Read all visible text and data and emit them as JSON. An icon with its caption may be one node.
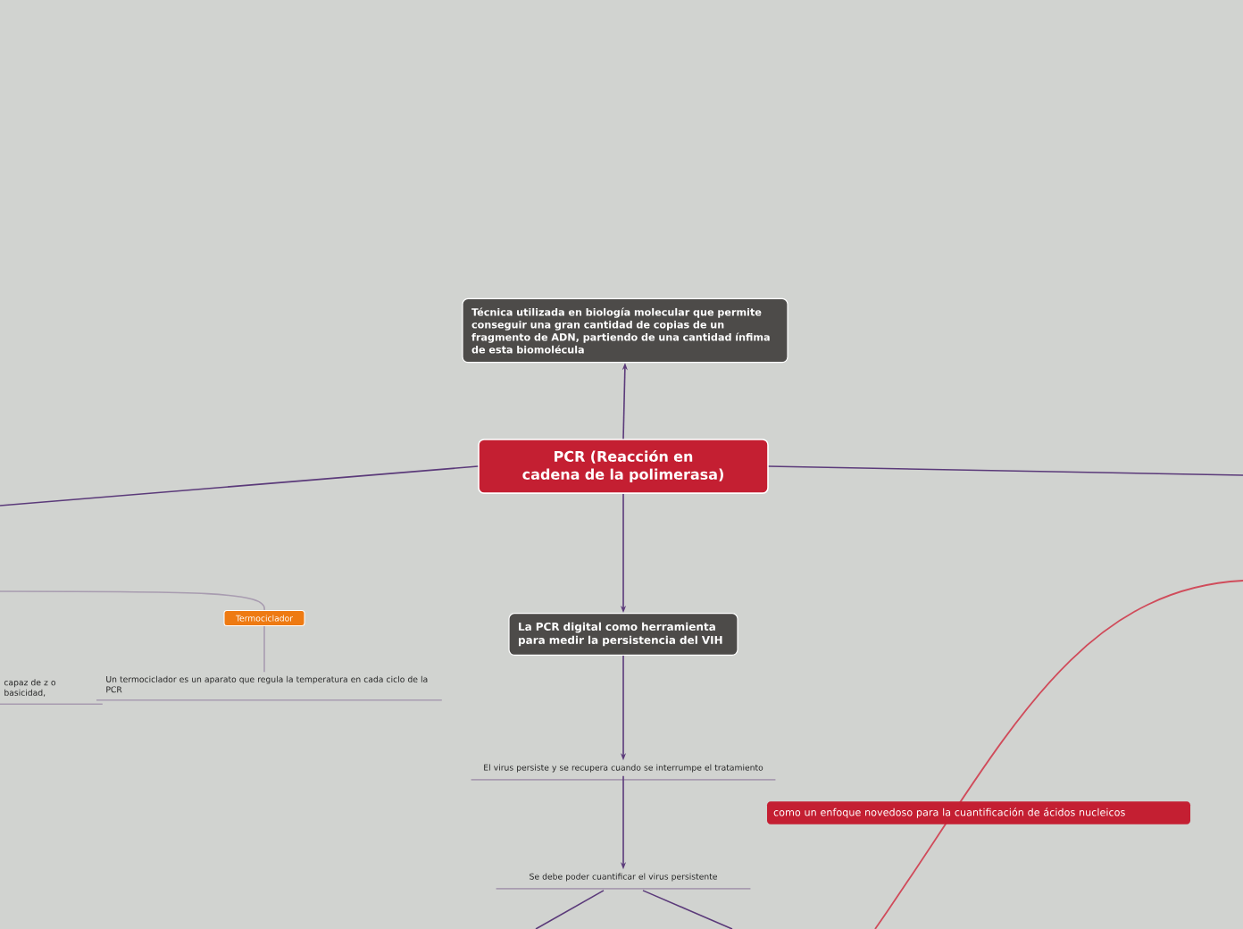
{
  "diagram": {
    "nodes": [
      {
        "text": [
          "PCR (Reacción en cadena de la polimerasa)"
        ]
      },
      {
        "text": [
          "Técnica utilizada en biología molecular que permite conseguir una gran cantidad de copias de un fragmento de ADN, partiendo de una cantidad ínfima de esta biomolécula"
        ]
      },
      {
        "text": [
          "La PCR digital como herramienta para medir la persistencia del VIH"
        ]
      },
      {
        "text": [
          "El virus persiste y se recupera cuando se interrumpe el tratamiento"
        ]
      },
      {
        "text": [
          "Se debe poder cuantificar el virus persistente"
        ]
      },
      {
        "text": [
          "Termociclador"
        ]
      },
      {
        "text": [
          "Un termociclador es un aparato que regula la temperatura en cada ciclo de la PCR"
        ]
      },
      {
        "text": [
          "capaz de z o basicidad,"
        ]
      },
      {
        "text": [
          "como un enfoque novedoso para la cuantificación de ácidos nucleicos"
        ]
      }
    ],
    "edges": [
      {
        "from": 0,
        "to": 1,
        "arrow": "to"
      },
      {
        "from": 0,
        "to": 2,
        "arrow": "to"
      },
      {
        "from": 2,
        "to": 3,
        "arrow": "to"
      },
      {
        "from": 3,
        "to": 4,
        "arrow": "to"
      },
      {
        "from": 0,
        "to": null,
        "arrow": "none"
      },
      {
        "from": 0,
        "to": null,
        "arrow": "none"
      },
      {
        "from": null,
        "to": 5,
        "arrow": "none",
        "color": "#a89cb0"
      },
      {
        "from": 5,
        "to": 6,
        "arrow": "none",
        "color": "#a89cb0"
      },
      {
        "from": 4,
        "to": null,
        "arrow": "none"
      },
      {
        "from": 4,
        "to": null,
        "arrow": "none"
      }
    ]
  }
}
